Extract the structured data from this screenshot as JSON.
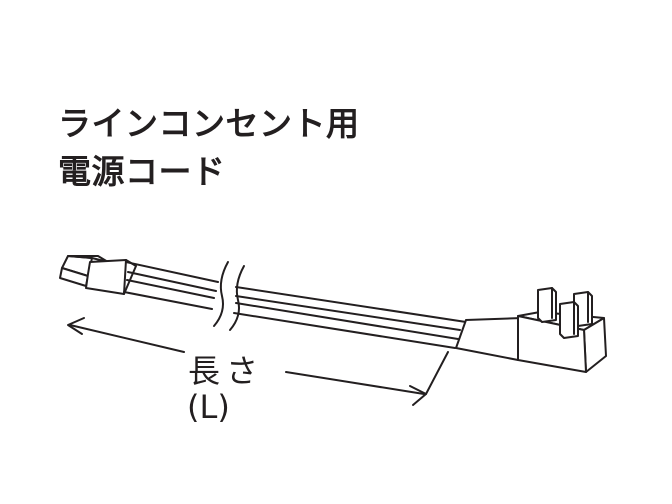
{
  "title": {
    "line1": "ラインコンセント用",
    "line2": "電源コード"
  },
  "dimension": {
    "label": "長さ",
    "symbol": "(L)"
  },
  "colors": {
    "stroke": "#231f20",
    "background": "#ffffff"
  }
}
